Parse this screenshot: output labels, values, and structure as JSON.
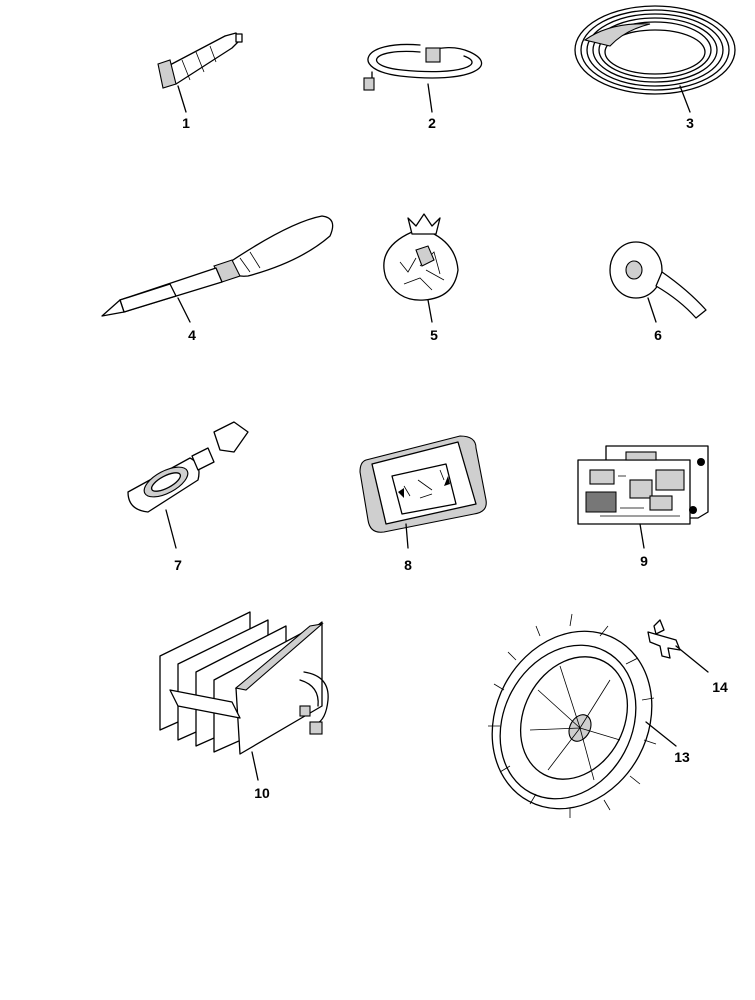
{
  "parts": [
    {
      "id": "part-1",
      "label": "1"
    },
    {
      "id": "part-2",
      "label": "2"
    },
    {
      "id": "part-3",
      "label": "3"
    },
    {
      "id": "part-4",
      "label": "4"
    },
    {
      "id": "part-5",
      "label": "5"
    },
    {
      "id": "part-6",
      "label": "6"
    },
    {
      "id": "part-7",
      "label": "7"
    },
    {
      "id": "part-8",
      "label": "8"
    },
    {
      "id": "part-9",
      "label": "9"
    },
    {
      "id": "part-10",
      "label": "10"
    },
    {
      "id": "part-13",
      "label": "13"
    },
    {
      "id": "part-14",
      "label": "14"
    }
  ]
}
